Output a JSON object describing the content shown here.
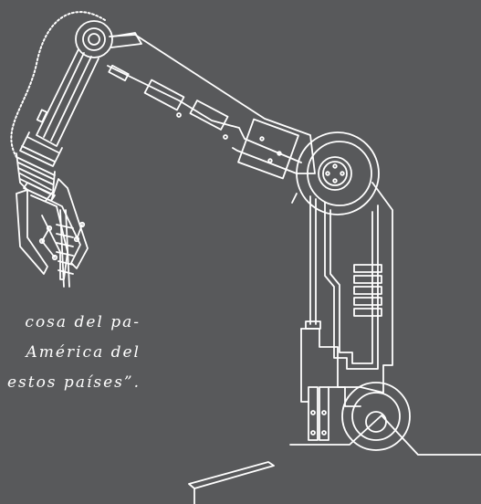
{
  "colors": {
    "background": "#58595b",
    "line": "#ffffff",
    "text": "#ffffff"
  },
  "illustration": {
    "subject": "robotic-arm-line-drawing"
  },
  "quote": {
    "lines": [
      "cosa del pa-",
      "América del",
      "estos países”."
    ]
  }
}
